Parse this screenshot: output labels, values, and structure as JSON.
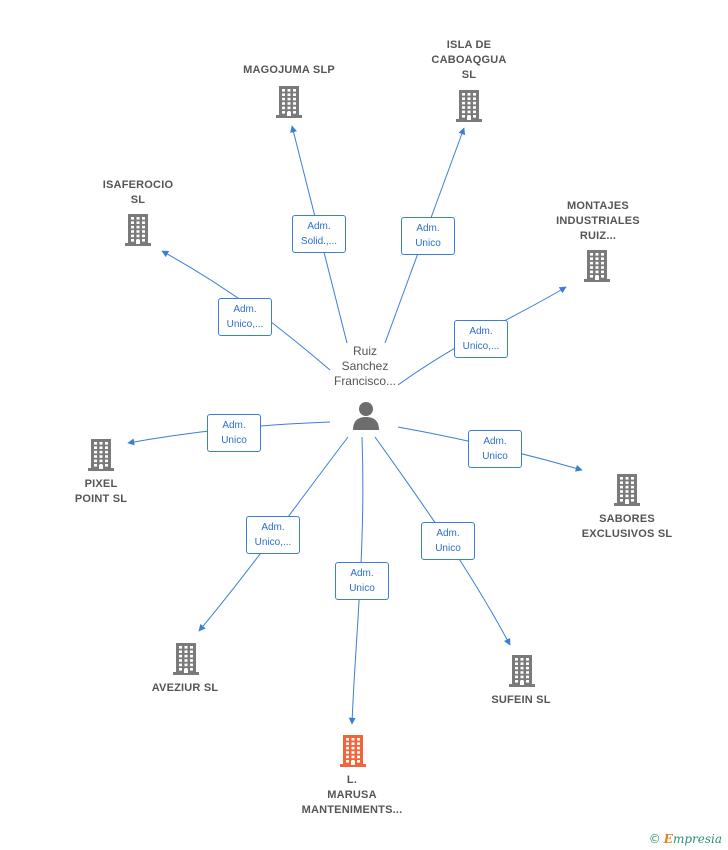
{
  "colors": {
    "edge": "#3a7fd5",
    "building": "#7a7a7a",
    "building_main": "#f0653a",
    "label": "#555555"
  },
  "center": {
    "icon": "person-icon",
    "name": "Ruiz\nSanchez\nFrancisco..."
  },
  "companies": [
    {
      "name": "MAGOJUMA  SLP",
      "icon": "building-icon",
      "main": false
    },
    {
      "name": "ISLA DE\nCABOAQGUA\nSL",
      "icon": "building-icon",
      "main": false
    },
    {
      "name": "ISAFEROCIO\nSL",
      "icon": "building-icon",
      "main": false
    },
    {
      "name": "MONTAJES\nINDUSTRIALES\nRUIZ...",
      "icon": "building-icon",
      "main": false
    },
    {
      "name": "PIXEL\nPOINT  SL",
      "icon": "building-icon",
      "main": false
    },
    {
      "name": "SABORES\nEXCLUSIVOS SL",
      "icon": "building-icon",
      "main": false
    },
    {
      "name": "AVEZIUR  SL",
      "icon": "building-icon",
      "main": false
    },
    {
      "name": "SUFEIN SL",
      "icon": "building-icon",
      "main": false
    },
    {
      "name": "L.\nMARUSA\nMANTENIMENTS...",
      "icon": "building-icon",
      "main": true
    }
  ],
  "edge_labels": [
    "Adm.\nSolid.,...",
    "Adm.\nUnico",
    "Adm.\nUnico,...",
    "Adm.\nUnico,...",
    "Adm.\nUnico",
    "Adm.\nUnico",
    "Adm.\nUnico,...",
    "Adm.\nUnico",
    "Adm.\nUnico"
  ],
  "footer": {
    "copyright": "©",
    "brand_initial": "E",
    "brand_rest": "mpresia"
  }
}
